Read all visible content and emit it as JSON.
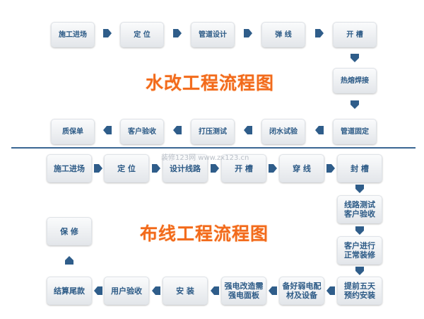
{
  "water": {
    "title": "水改工程流程图",
    "steps": [
      "施工进场",
      "定 位",
      "管道设计",
      "弹 线",
      "开 槽",
      "热熔焊接",
      "管道固定",
      "闭水试验",
      "打压测试",
      "客户验收",
      "质保单"
    ]
  },
  "wiring": {
    "title": "布线工程流程图",
    "steps": [
      "施工进场",
      "定 位",
      "设计线路",
      "开 槽",
      "穿 线",
      "封 槽",
      "线路测试\n客户验收",
      "客户进行\n正常装修",
      "提前五天\n预约安装",
      "备好弱电配\n材及设备",
      "强电改造需\n强电面板",
      "安 装",
      "用户验收",
      "结算尾款",
      "保 修"
    ]
  },
  "watermark": "装修123网 www.zx123.cn",
  "colors": {
    "box_text": "#2c5a86",
    "arrow": "#2f5d8a",
    "title": "#f26a1b",
    "divider": "#3a6693"
  }
}
